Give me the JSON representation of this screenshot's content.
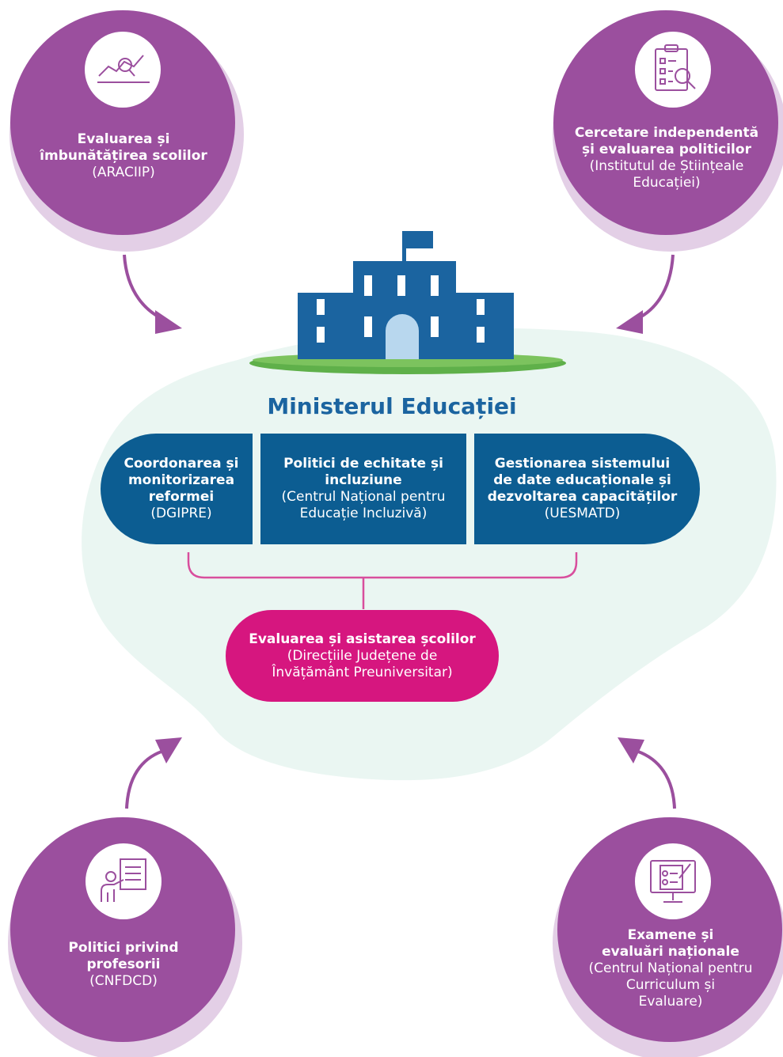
{
  "colors": {
    "circle": "#9b4f9e",
    "circle_shadow": "#e3cfe6",
    "blob": "#eaf6f2",
    "building": "#1b64a0",
    "building_light": "#b8d7ee",
    "grass": "#5fb04a",
    "box": "#0c5d92",
    "pink": "#d6167f",
    "bracket": "#d84e9d"
  },
  "ministry": {
    "title": "Ministerul Educației"
  },
  "top_left": {
    "icon": "chart-magnifier-icon",
    "title_1": "Evaluarea și",
    "title_2": "îmbunătățirea scolilor",
    "subtitle": "(ARACIIP)"
  },
  "top_right": {
    "icon": "clipboard-search-icon",
    "title_1": "Cercetare independentă",
    "title_2": "și evaluarea politicilor",
    "subtitle_1": "(Institutul de Științeale",
    "subtitle_2": "Educației)"
  },
  "bottom_left": {
    "icon": "teacher-board-icon",
    "title_1": "Politici privind",
    "title_2": "profesorii",
    "subtitle": "(CNFDCD)"
  },
  "bottom_right": {
    "icon": "monitor-checklist-icon",
    "title_1": "Examene și",
    "title_2": "evaluări naționale",
    "subtitle_1": "(Centrul Național pentru",
    "subtitle_2": "Curriculum și",
    "subtitle_3": "Evaluare)"
  },
  "box_left": {
    "title_1": "Coordonarea și",
    "title_2": "monitorizarea",
    "title_3": "reformei",
    "subtitle": "(DGIPRE)"
  },
  "box_middle": {
    "title_1": "Politici de echitate și",
    "title_2": "incluziune",
    "subtitle_1": "(Centrul Național pentru",
    "subtitle_2": "Educație Incluzivă)"
  },
  "box_right": {
    "title_1": "Gestionarea sistemului",
    "title_2": "de date educaționale și",
    "title_3": "dezvoltarea capacităților",
    "subtitle": "(UESMATD)"
  },
  "pink_box": {
    "title": "Evaluarea și asistarea școlilor",
    "subtitle_1": "(Direcțiile Județene de",
    "subtitle_2": "Învățământ Preuniversitar)"
  }
}
